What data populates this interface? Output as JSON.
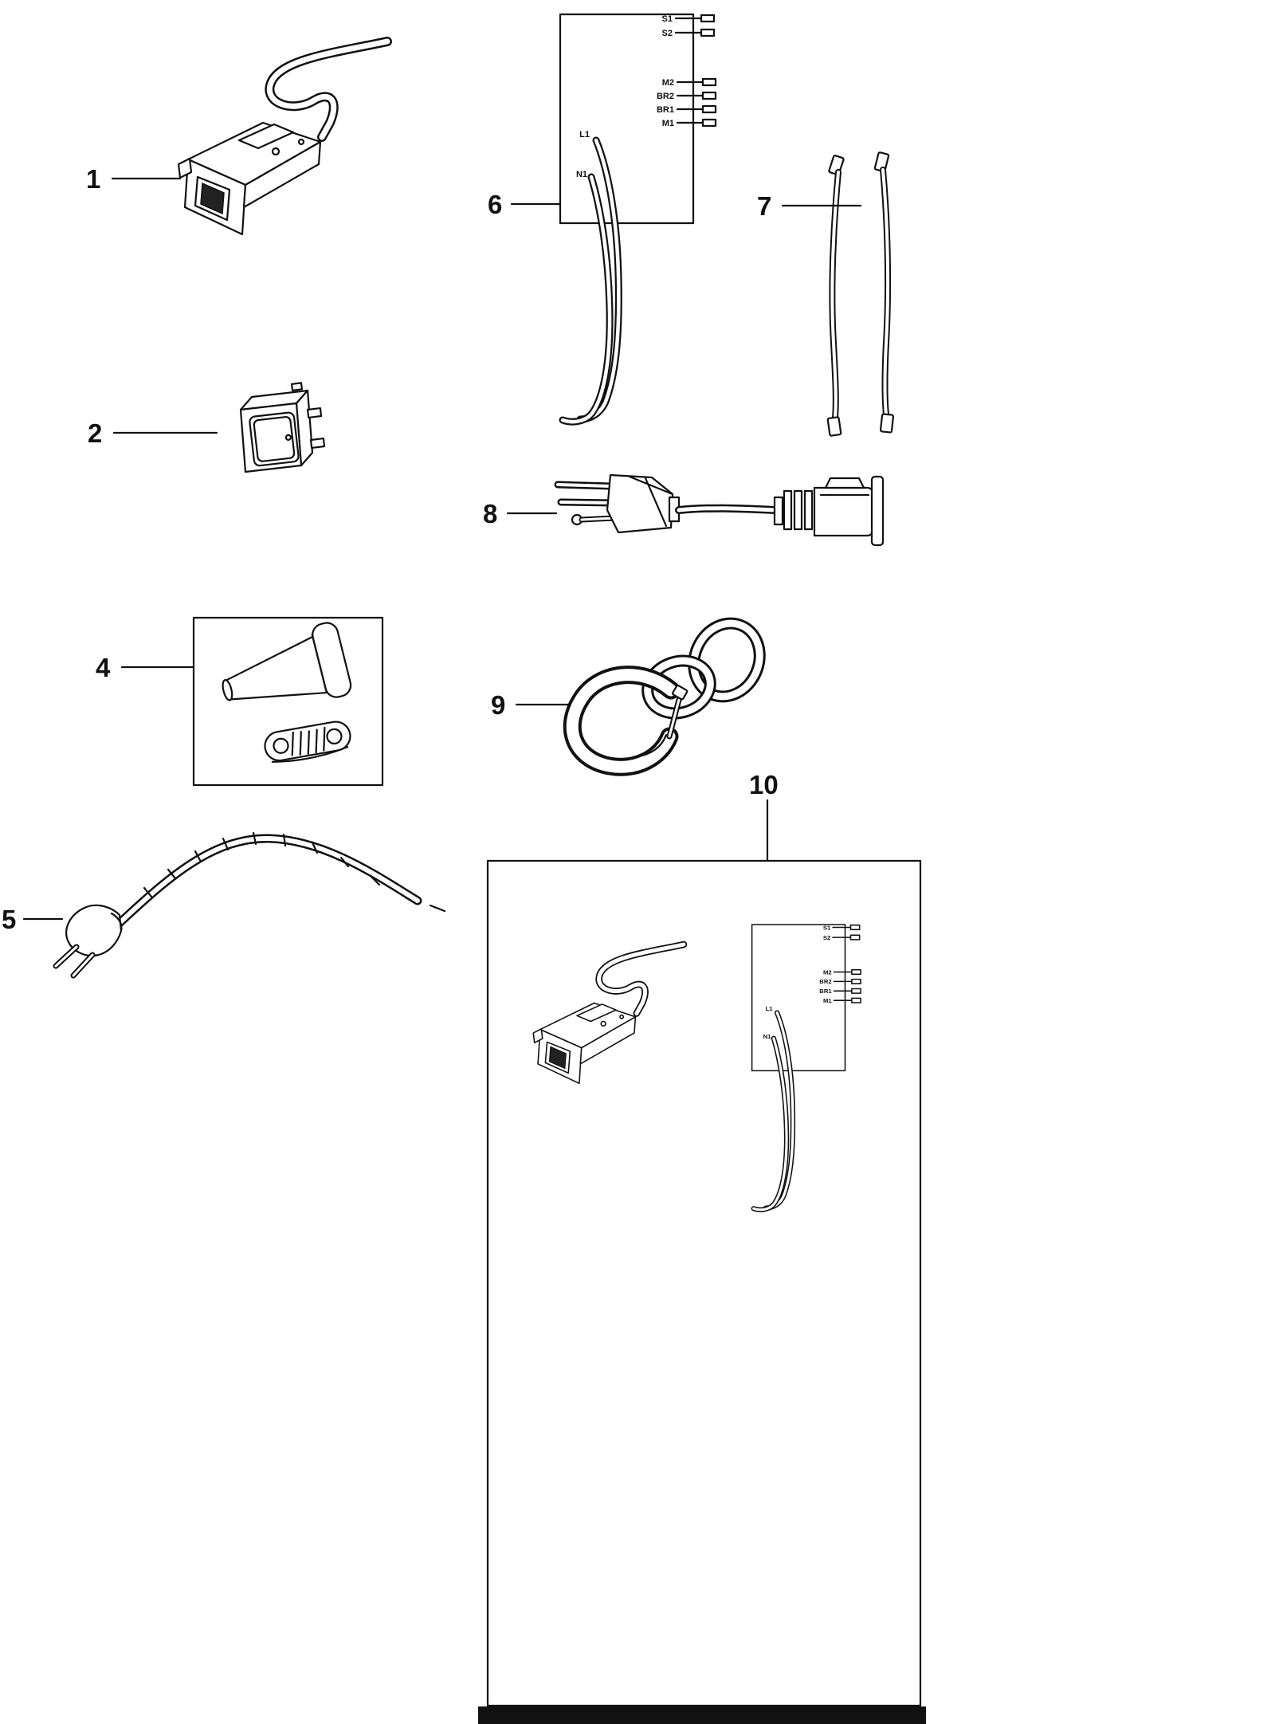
{
  "colors": {
    "line": "#111111",
    "background": "#ffffff"
  },
  "part_labels": {
    "p1": "1",
    "p2": "2",
    "p4": "4",
    "p5": "5",
    "p6": "6",
    "p7": "7",
    "p8": "8",
    "p9": "9",
    "p10": "10"
  },
  "harness_labels": {
    "s1": "S1",
    "s2": "S2",
    "m2": "M2",
    "br2": "BR2",
    "br1": "BR1",
    "m1": "M1",
    "l1": "L1",
    "n1": "N1"
  }
}
